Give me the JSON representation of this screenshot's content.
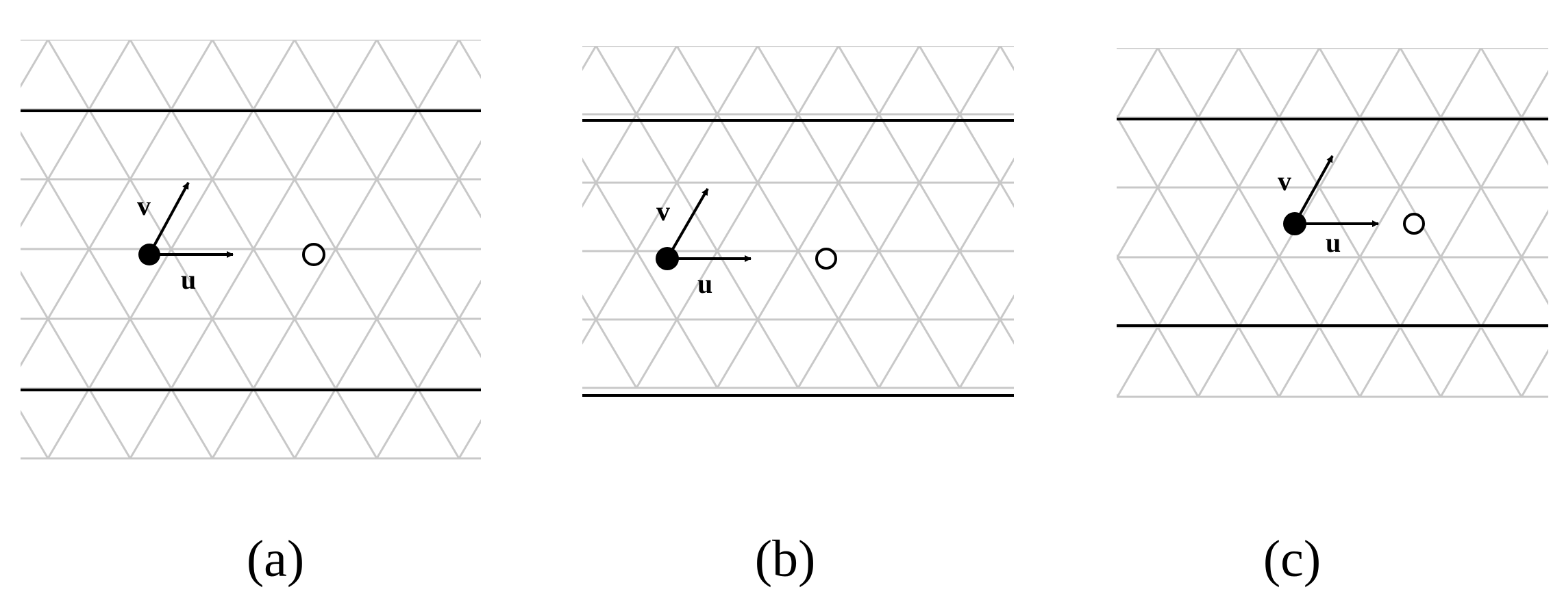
{
  "panels": [
    {
      "caption": "(a)",
      "vector_u_label": "u",
      "vector_v_label": "v"
    },
    {
      "caption": "(b)",
      "vector_u_label": "u",
      "vector_v_label": "v"
    },
    {
      "caption": "(c)",
      "vector_u_label": "u",
      "vector_v_label": "v"
    }
  ],
  "colors": {
    "lattice": "#c8c8c8",
    "boundary": "#000000",
    "background": "#ffffff"
  }
}
